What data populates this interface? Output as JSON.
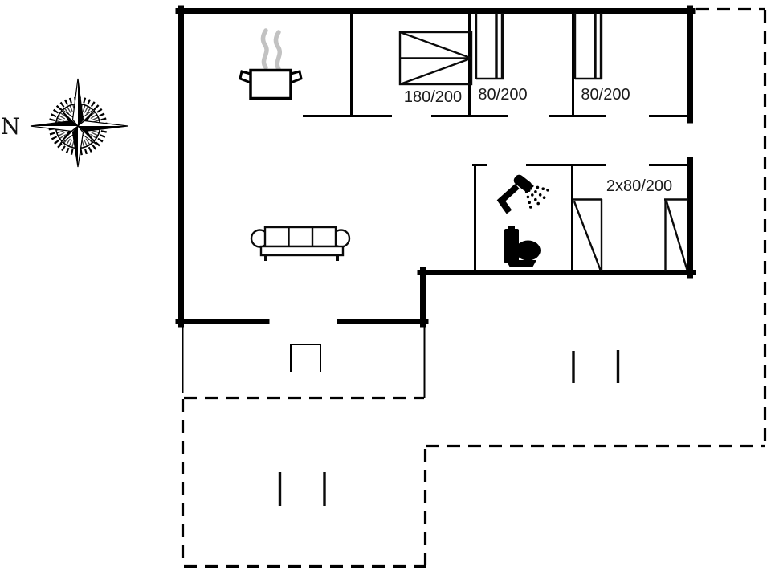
{
  "compass": {
    "label": "N"
  },
  "rooms": {
    "bedroom1": {
      "bed_label": "180/200"
    },
    "bedroom2": {
      "bed_label": "80/200"
    },
    "bedroom3": {
      "bed_label": "80/200"
    },
    "bedroom4": {
      "bed_label": "2x80/200"
    }
  },
  "icons": {
    "compass": "compass-rose-icon",
    "kitchen": "cooking-pot-icon",
    "steam": "steam-icon",
    "living": "sofa-icon",
    "bath_shower": "shower-icon",
    "bath_toilet": "toilet-icon",
    "beds": [
      "double-bed-icon",
      "single-bed-icon",
      "single-bed-icon",
      "twin-beds-icon"
    ]
  },
  "colors": {
    "line": "#000000",
    "steam_gray": "#c2c2c2",
    "background": "#ffffff"
  }
}
